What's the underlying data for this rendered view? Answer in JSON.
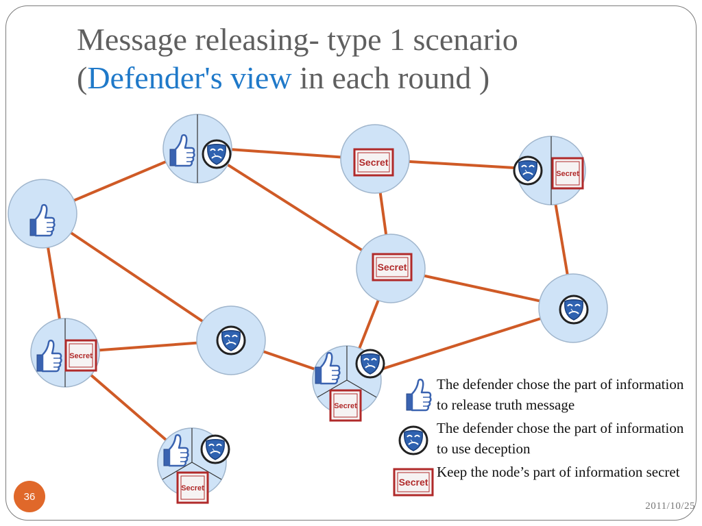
{
  "slide": {
    "title_line1": "Message releasing- type 1 scenario",
    "title_open": "(",
    "title_highlight": "Defender's view",
    "title_rest": " in each round )",
    "page_number": "36",
    "date": "2011/10/25"
  },
  "icons": {
    "secret_label": "Secret"
  },
  "legend": [
    {
      "icon": "thumbs-up-icon",
      "text": "The defender chose the part of information to release truth message"
    },
    {
      "icon": "theater-mask-icon",
      "text": "The defender chose the part of information to use deception"
    },
    {
      "icon": "secret-stamp-icon",
      "text": "Keep the node’s part of information secret"
    }
  ],
  "colors": {
    "edge": "#cf5a26",
    "node_fill": "#cfe3f7",
    "node_stroke": "#9fb5cc",
    "thumb": "#3a63b0",
    "mask": "#2f62b0",
    "secret": "#b02a2a",
    "page_badge": "#e0682a",
    "title_highlight": "#1f79c9"
  }
}
